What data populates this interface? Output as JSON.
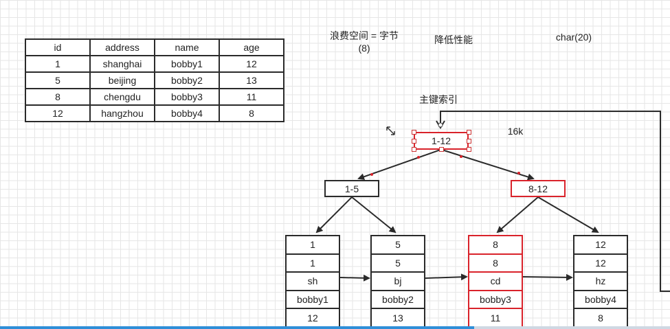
{
  "table": {
    "headers": [
      "id",
      "address",
      "name",
      "age"
    ],
    "rows": [
      [
        "1",
        "shanghai",
        "bobby1",
        "12"
      ],
      [
        "5",
        "beijing",
        "bobby2",
        "13"
      ],
      [
        "8",
        "chengdu",
        "bobby3",
        "11"
      ],
      [
        "12",
        "hangzhou",
        "bobby4",
        "8"
      ]
    ]
  },
  "notes": {
    "waste_line1": "浪费空间 = 字节",
    "waste_line2": "(8)",
    "perf": "降低性能",
    "char": "char(20)",
    "primary_index": "主键索引",
    "size": "16k"
  },
  "tree": {
    "root": "1-12",
    "left": "1-5",
    "right": "8-12",
    "leaves": [
      [
        "1",
        "1",
        "sh",
        "bobby1",
        "12"
      ],
      [
        "5",
        "5",
        "bj",
        "bobby2",
        "13"
      ],
      [
        "8",
        "8",
        "cd",
        "bobby3",
        "11"
      ],
      [
        "12",
        "12",
        "hz",
        "bobby4",
        "8"
      ]
    ]
  },
  "colors": {
    "highlight": "#d9222a",
    "line": "#2a2a2a"
  }
}
